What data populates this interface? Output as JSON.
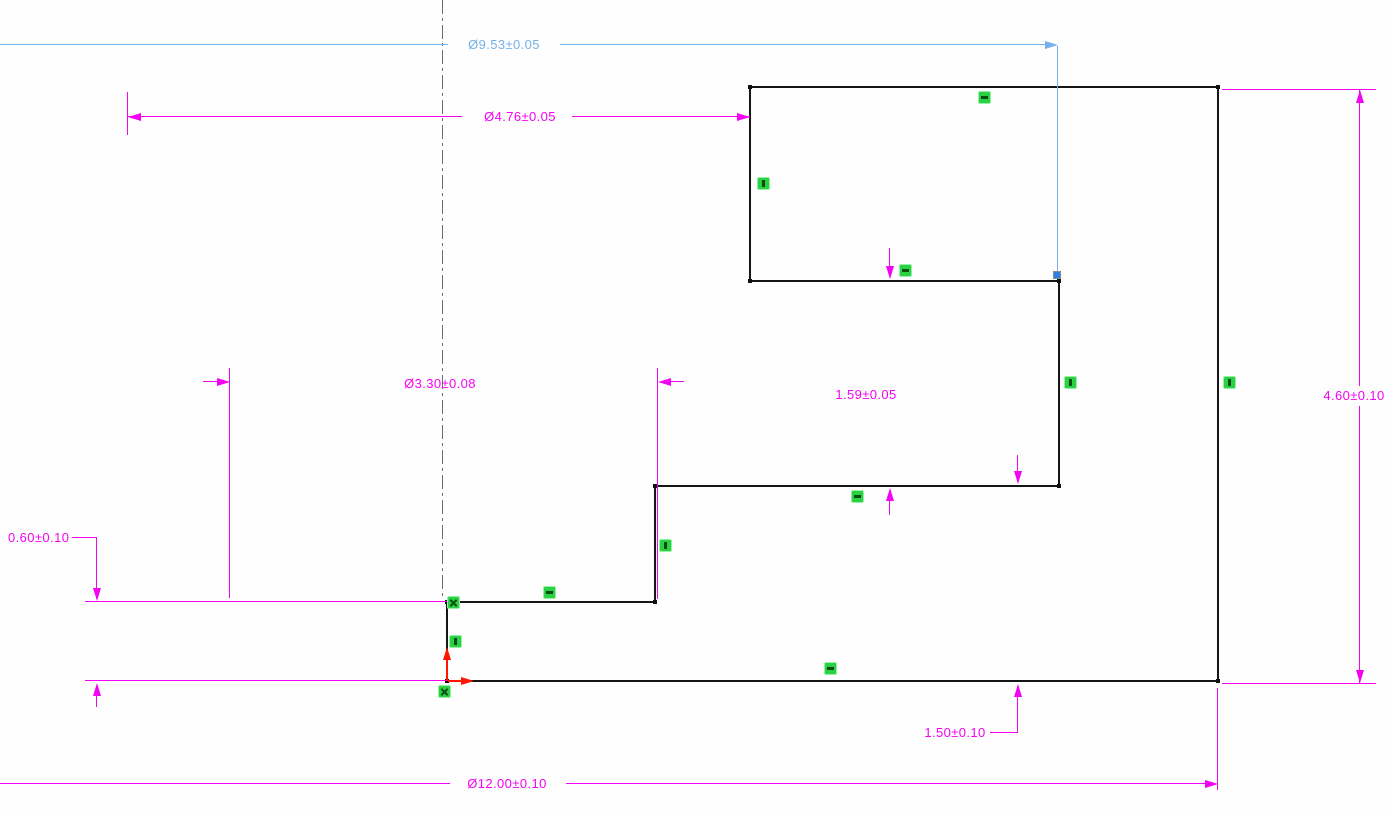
{
  "view": {
    "type": "cad-sketch-section",
    "background": "#ffffff"
  },
  "dims": {
    "d953": {
      "label": "Ø9.53±0.05",
      "state": "selected"
    },
    "d476": {
      "label": "Ø4.76±0.05",
      "state": "normal"
    },
    "d330": {
      "label": "Ø3.30±0.08",
      "state": "normal"
    },
    "d159": {
      "label": "1.59±0.05",
      "state": "normal"
    },
    "d460": {
      "label": "4.60±0.10",
      "state": "normal"
    },
    "d060": {
      "label": "0.60±0.10",
      "state": "normal"
    },
    "d150": {
      "label": "1.50±0.10",
      "state": "normal"
    },
    "d1200": {
      "label": "Ø12.00±0.10",
      "state": "normal"
    }
  },
  "relations": {
    "horizontal_count": 5,
    "vertical_count": 5,
    "coincident_count": 2
  },
  "icons": {
    "horizontal_relation_icon": "▬",
    "vertical_relation_icon": "▮",
    "coincident_relation_icon": "✕",
    "sketch_origin_icon": "⌐",
    "endpoint_handle_icon": "■"
  },
  "colors": {
    "dimension": "#f402f4",
    "selected_dimension": "#77b1ea",
    "relation_badge": "#2bd144",
    "relation_glyph": "#0a4c11",
    "profile": "#161616",
    "origin": "#ff1500",
    "centerline": "#6e6e6e"
  }
}
